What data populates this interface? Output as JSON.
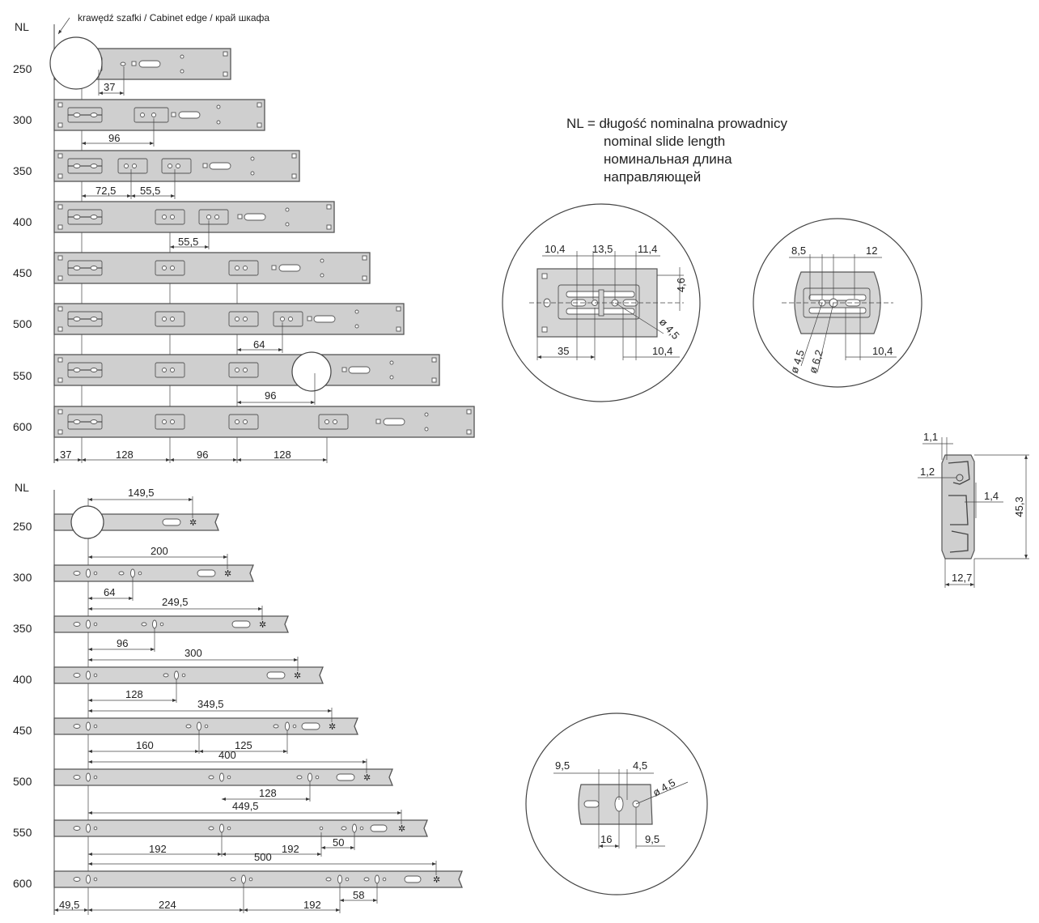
{
  "top": {
    "header": "NL",
    "edge_note": "krawędź szafki / Cabinet edge / край шкафа",
    "rows": [
      "250",
      "300",
      "350",
      "400",
      "450",
      "500",
      "550",
      "600"
    ],
    "dims": {
      "d250": "37",
      "d300": "96",
      "d350a": "72,5",
      "d350b": "55,5",
      "d400": "55,5",
      "d500": "64",
      "d550": "96"
    },
    "bottom_dims": [
      "37",
      "128",
      "96",
      "128"
    ]
  },
  "bottom": {
    "header": "NL",
    "rows": [
      "250",
      "300",
      "350",
      "400",
      "450",
      "500",
      "550",
      "600"
    ],
    "dims": {
      "b250": "149,5",
      "b300a": "200",
      "b300b": "64",
      "b350a": "249,5",
      "b350b": "96",
      "b400a": "300",
      "b400b": "128",
      "b450a": "349,5",
      "b450b": "160",
      "b450c": "125",
      "b500a": "400",
      "b500b": "128",
      "b550a": "449,5",
      "b550b": "192",
      "b550c": "192",
      "b550d": "50",
      "b600a": "500"
    },
    "bottom_dims": [
      "49,5",
      "224",
      "192",
      "58"
    ]
  },
  "legend": {
    "l1": "NL = długość nominalna prowadnicy",
    "l2": "nominal slide length",
    "l3": "номинальная длина",
    "l4": "направляющей"
  },
  "detail1": {
    "a": "10,4",
    "b": "13,5",
    "c": "11,4",
    "d": "4,6",
    "e": "ø 4,5",
    "f": "35",
    "g": "10,4"
  },
  "detail2": {
    "a": "8,5",
    "b": "12",
    "c": "ø 4,5",
    "d": "ø 6,2",
    "e": "10,4"
  },
  "detail3": {
    "a": "9,5",
    "b": "4,5",
    "c": "ø 4,5",
    "d": "16",
    "e": "9,5"
  },
  "profile": {
    "a": "1,1",
    "b": "1,2",
    "c": "1,4",
    "d": "45,3",
    "e": "12,7"
  }
}
